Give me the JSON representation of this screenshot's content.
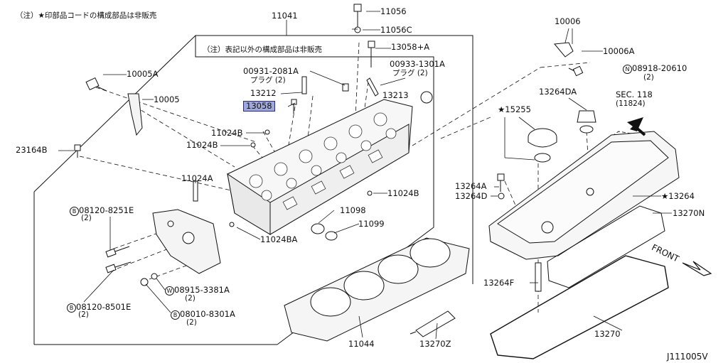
{
  "notes": {
    "top_left": "（注）★印部品コードの構成部品は非販売",
    "inner": "（注）表記以外の構成部品は非販売"
  },
  "part_labels": {
    "p11041": "11041",
    "p11056": "11056",
    "p11056C": "11056C",
    "p13058A": "13058+A",
    "p10006": "10006",
    "p10006A": "10006A",
    "p08918": "08918-20610",
    "p08918_qty": "(2)",
    "p10005A": "10005A",
    "p10005": "10005",
    "p00931": "00931-2081A",
    "p00931_sub": "プラグ (2)",
    "p00933": "00933-1301A",
    "p00933_sub": "プラグ (2)",
    "p13212": "13212",
    "p13213": "13213",
    "p13058": "13058",
    "p13264DA": "13264DA",
    "sec118": "SEC. 118",
    "sec118_sub": "(11824)",
    "p15255": "★15255",
    "p11024B_1": "11024B",
    "p11024B_2": "11024B",
    "p23164B": "23164B",
    "p11024A": "11024A",
    "p13264A": "13264A",
    "p13264D": "13264D",
    "p13264": "★13264",
    "p11024B_3": "11024B",
    "p08120_8251E": "08120-8251E",
    "p08120_8251E_qty": "(2)",
    "p11098": "11098",
    "p13270N": "13270N",
    "p11099": "11099",
    "p11024BA": "11024BA",
    "front": "FRONT",
    "p08915": "08915-3381A",
    "p08915_qty": "(2)",
    "p13264F": "13264F",
    "p08120_8501E": "08120-8501E",
    "p08120_8501E_qty": "(2)",
    "p08010": "08010-8301A",
    "p08010_qty": "(2)",
    "p13270": "13270",
    "p11044": "11044",
    "p13270Z": "13270Z",
    "diagram_code": "J111005V"
  },
  "circle_letters": {
    "b": "B",
    "n": "N",
    "w": "W"
  },
  "highlight_color": "#9fa8dd"
}
